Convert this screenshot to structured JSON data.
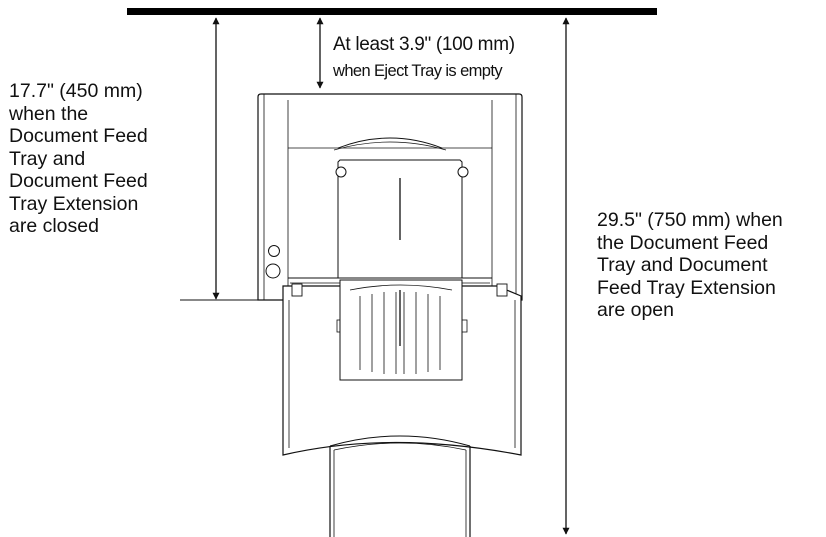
{
  "dimensions": {
    "clearance_line1": "At least 3.9\" (100 mm)",
    "clearance_line2": "when Eject Tray is empty",
    "closed_height": "17.7\" (450 mm)\nwhen the\nDocument Feed\nTray and\nDocument Feed\nTray Extension\nare closed",
    "open_height": "29.5\" (750 mm) when\nthe Document Feed\nTray and Document\nFeed Tray Extension\nare open"
  }
}
